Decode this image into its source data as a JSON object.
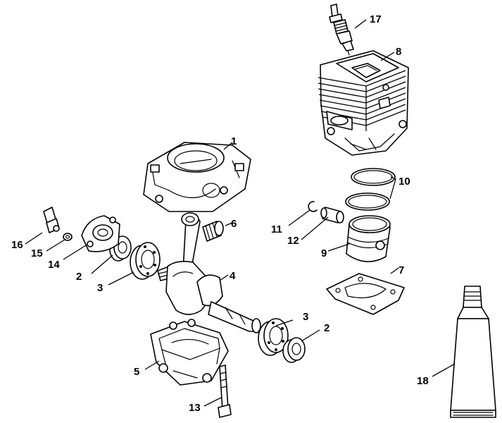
{
  "callouts": {
    "c1": "1",
    "c2a": "2",
    "c2b": "2",
    "c3a": "3",
    "c3b": "3",
    "c4": "4",
    "c5": "5",
    "c6": "6",
    "c7": "7",
    "c8": "8",
    "c9": "9",
    "c10": "10",
    "c11": "11",
    "c12": "12",
    "c13": "13",
    "c14": "14",
    "c15": "15",
    "c16": "16",
    "c17": "17",
    "c18": "18"
  }
}
